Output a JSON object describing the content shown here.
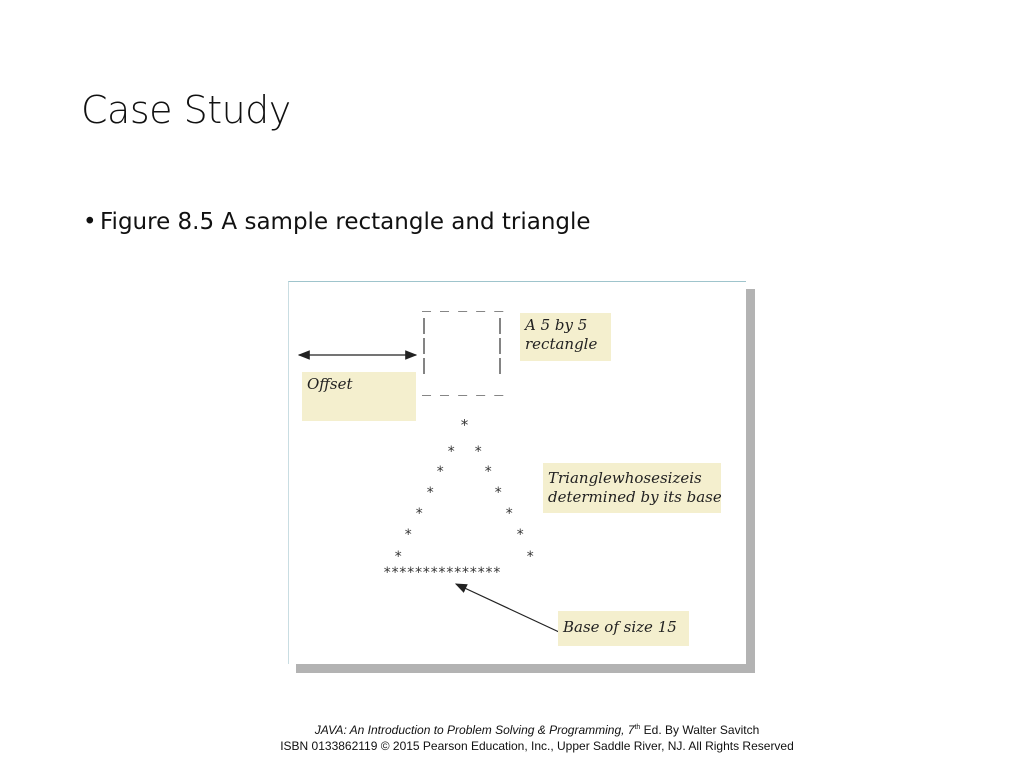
{
  "slide": {
    "title": "Case Study",
    "bullet": "Figure 8.5 A sample rectangle and triangle"
  },
  "figure": {
    "labels": {
      "rectangle": [
        "A 5 by 5",
        "rectangle"
      ],
      "offset": "Offset",
      "triangle": [
        "Trianglewhosesizeis",
        "determined by its base"
      ],
      "base": "Base of size 15"
    },
    "ascii": {
      "rect_top": "_ _ _ _ _",
      "rect_bottom": "_ _ _ _ _",
      "triangle_apex": "*",
      "triangle_base": "***************"
    },
    "colors": {
      "callout_bg": "#f4efce",
      "shadow": "#b3b3b3"
    }
  },
  "footer": {
    "line1_title": "JAVA: An Introduction to Problem Solving & Programming, 7",
    "line1_sup": "th",
    "line1_rest": " Ed. By Walter Savitch",
    "line2": "ISBN 0133862119 © 2015 Pearson Education, Inc., Upper Saddle River, NJ. All Rights Reserved"
  }
}
